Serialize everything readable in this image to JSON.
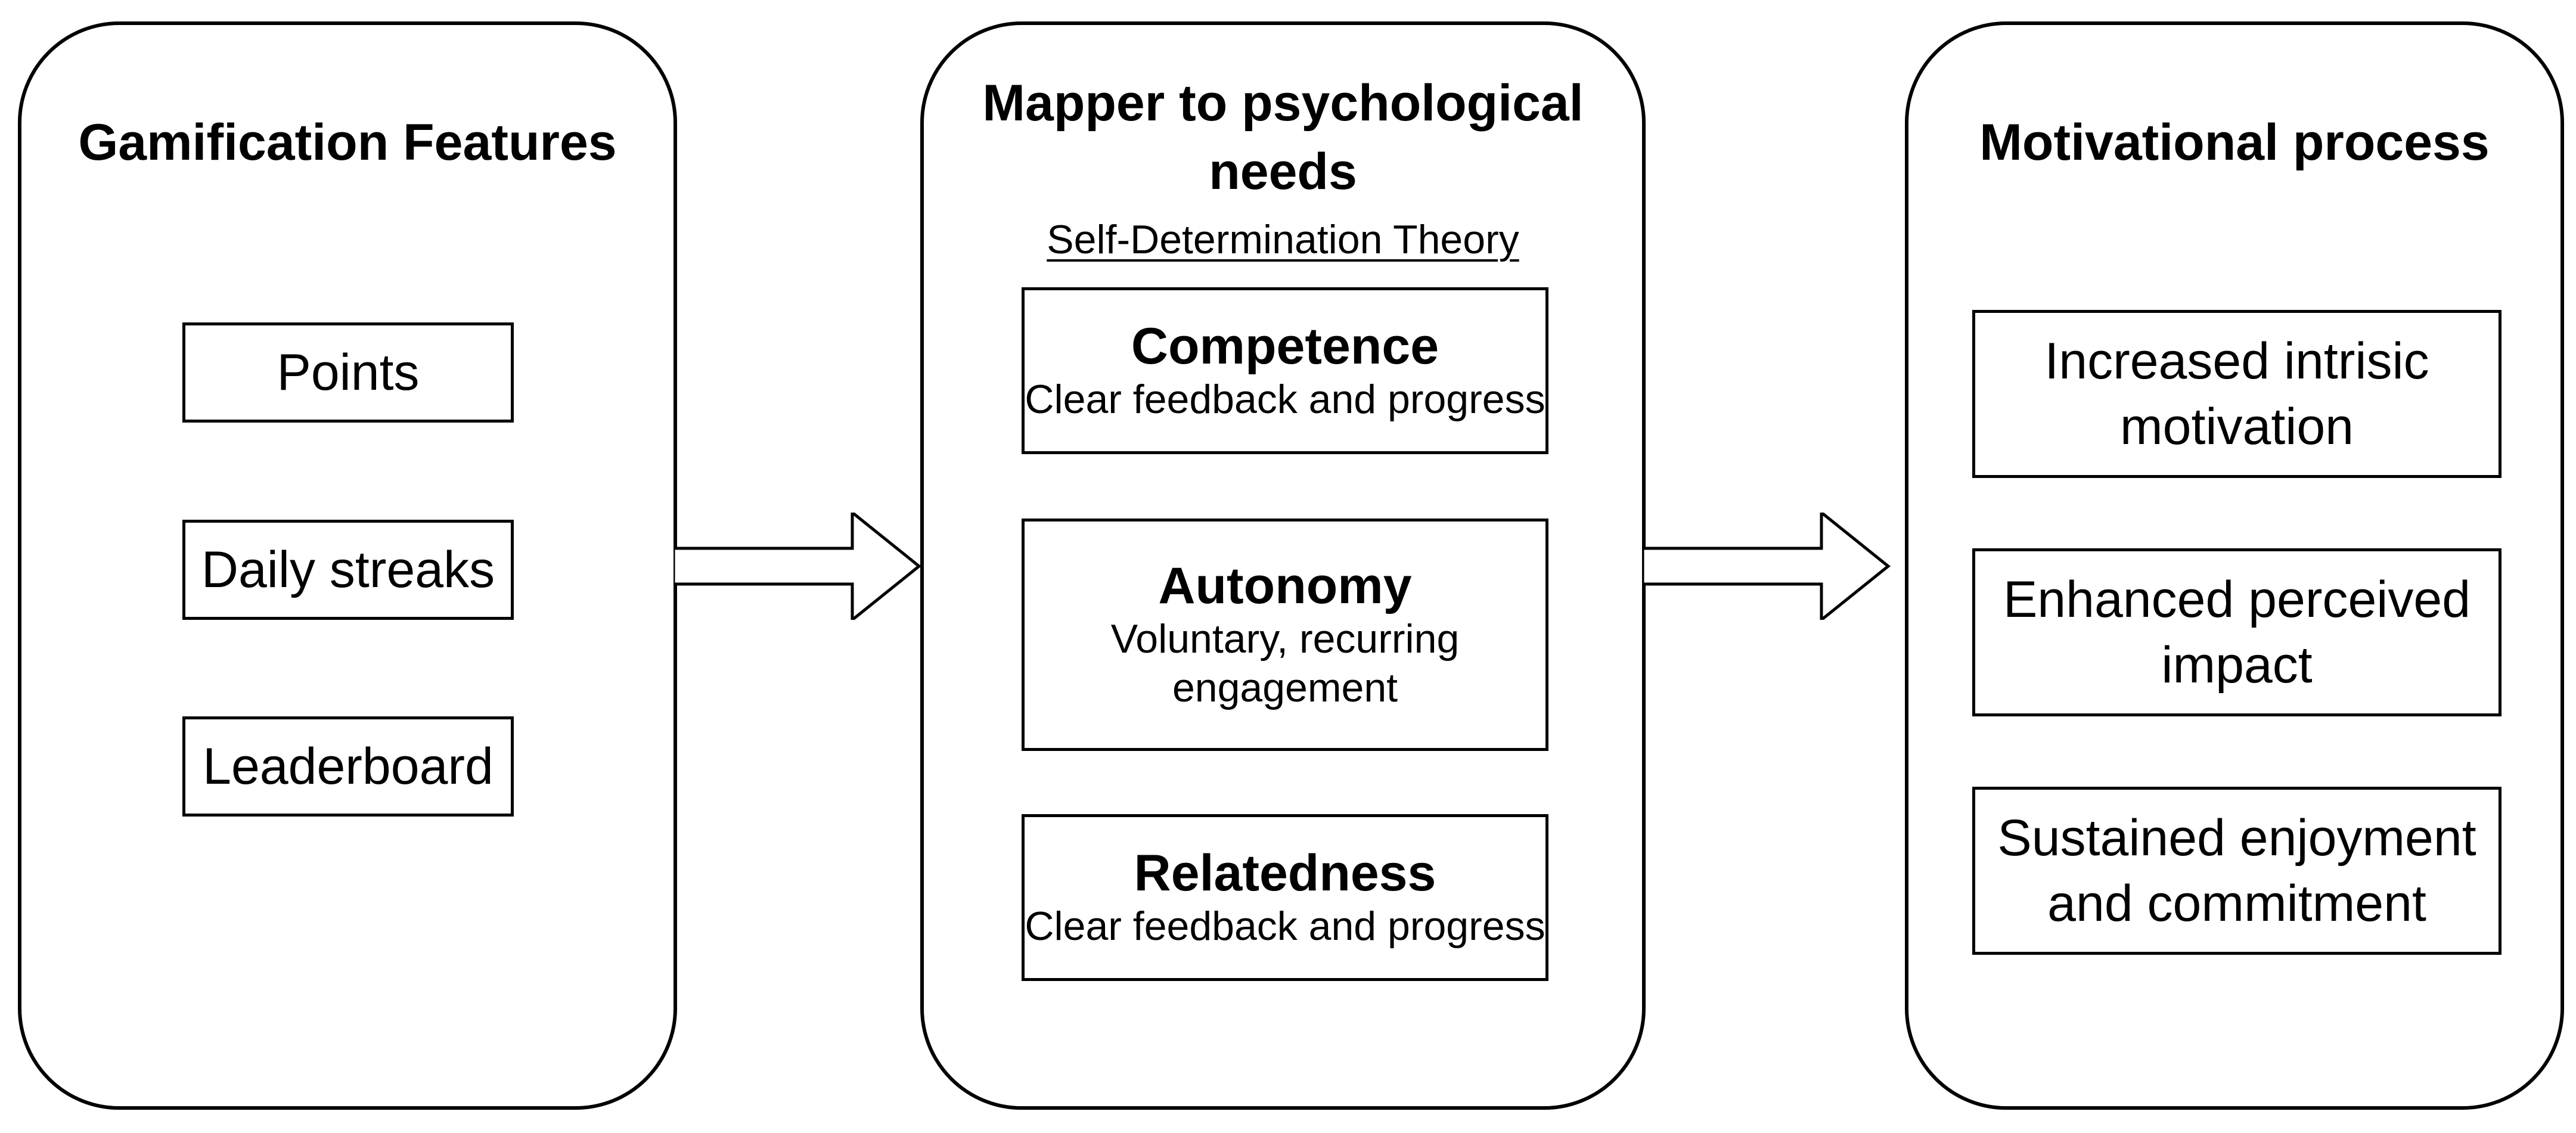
{
  "panels": {
    "features": {
      "title": "Gamification Features",
      "items": [
        "Points",
        "Daily streaks",
        "Leaderboard"
      ]
    },
    "mapper": {
      "title": "Mapper to psychological needs",
      "theory": "Self-Determination Theory",
      "needs": [
        {
          "title": "Competence",
          "description": "Clear feedback and progress"
        },
        {
          "title": "Autonomy",
          "description": "Voluntary, recurring engagement"
        },
        {
          "title": "Relatedness",
          "description": "Clear feedback and progress"
        }
      ]
    },
    "motivation": {
      "title": "Motivational process",
      "outcomes": [
        "Increased intrisic motivation",
        "Enhanced perceived impact",
        "Sustained enjoyment and commitment"
      ]
    }
  },
  "colors": {
    "stroke": "#000000",
    "fill": "#ffffff"
  }
}
